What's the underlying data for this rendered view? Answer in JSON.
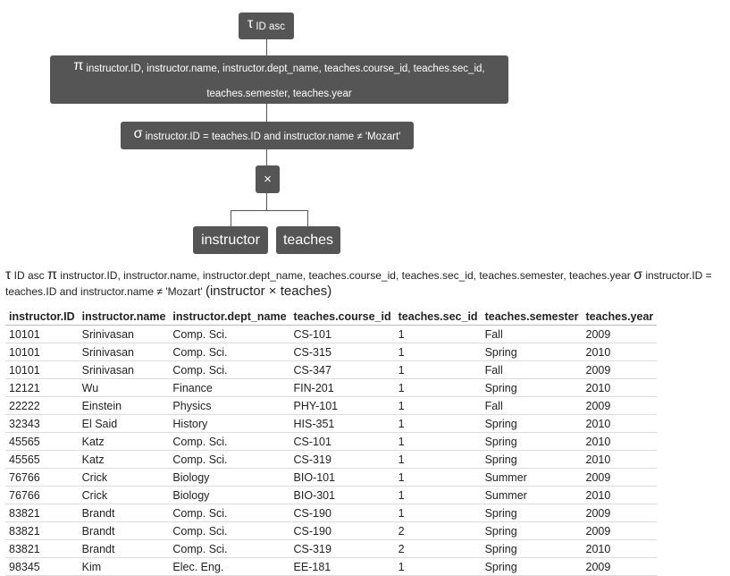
{
  "tree": {
    "sort": {
      "symbol": "τ",
      "label": "ID asc"
    },
    "projection": {
      "symbol": "π",
      "line1": "instructor.ID, instructor.name, instructor.dept_name, teaches.course_id, teaches.sec_id,",
      "line2": "teaches.semester, teaches.year"
    },
    "selection": {
      "symbol": "σ",
      "label": "instructor.ID = teaches.ID and instructor.name ≠ 'Mozart'"
    },
    "cross": {
      "symbol": "×"
    },
    "left_leaf": "instructor",
    "right_leaf": "teaches"
  },
  "expression": {
    "tau": "τ",
    "tau_sub": "ID asc",
    "pi": "π",
    "pi_sub": "instructor.ID, instructor.name, instructor.dept_name, teaches.course_id, teaches.sec_id, teaches.semester, teaches.year",
    "sigma": "σ",
    "sigma_sub": "instructor.ID = teaches.ID and instructor.name ≠ 'Mozart'",
    "body": "(instructor × teaches)"
  },
  "table": {
    "columns": [
      "instructor.ID",
      "instructor.name",
      "instructor.dept_name",
      "teaches.course_id",
      "teaches.sec_id",
      "teaches.semester",
      "teaches.year"
    ],
    "rows": [
      [
        "10101",
        "Srinivasan",
        "Comp. Sci.",
        "CS-101",
        "1",
        "Fall",
        "2009"
      ],
      [
        "10101",
        "Srinivasan",
        "Comp. Sci.",
        "CS-315",
        "1",
        "Spring",
        "2010"
      ],
      [
        "10101",
        "Srinivasan",
        "Comp. Sci.",
        "CS-347",
        "1",
        "Fall",
        "2009"
      ],
      [
        "12121",
        "Wu",
        "Finance",
        "FIN-201",
        "1",
        "Spring",
        "2010"
      ],
      [
        "22222",
        "Einstein",
        "Physics",
        "PHY-101",
        "1",
        "Fall",
        "2009"
      ],
      [
        "32343",
        "El Said",
        "History",
        "HIS-351",
        "1",
        "Spring",
        "2010"
      ],
      [
        "45565",
        "Katz",
        "Comp. Sci.",
        "CS-101",
        "1",
        "Spring",
        "2010"
      ],
      [
        "45565",
        "Katz",
        "Comp. Sci.",
        "CS-319",
        "1",
        "Spring",
        "2010"
      ],
      [
        "76766",
        "Crick",
        "Biology",
        "BIO-101",
        "1",
        "Summer",
        "2009"
      ],
      [
        "76766",
        "Crick",
        "Biology",
        "BIO-301",
        "1",
        "Summer",
        "2010"
      ],
      [
        "83821",
        "Brandt",
        "Comp. Sci.",
        "CS-190",
        "1",
        "Spring",
        "2009"
      ],
      [
        "83821",
        "Brandt",
        "Comp. Sci.",
        "CS-190",
        "2",
        "Spring",
        "2009"
      ],
      [
        "83821",
        "Brandt",
        "Comp. Sci.",
        "CS-319",
        "2",
        "Spring",
        "2010"
      ],
      [
        "98345",
        "Kim",
        "Elec. Eng.",
        "EE-181",
        "1",
        "Spring",
        "2009"
      ]
    ]
  }
}
